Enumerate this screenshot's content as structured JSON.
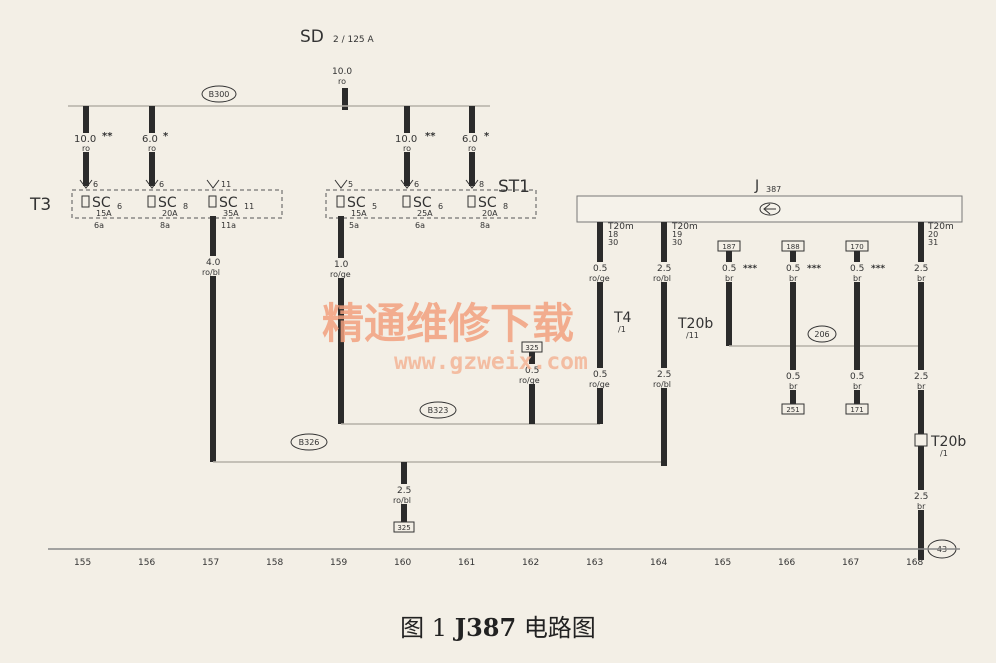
{
  "supply": {
    "name": "SD",
    "sub": "2 / 125 A",
    "gauge": "10.0",
    "color": "ro"
  },
  "connectors": {
    "b300": "B300",
    "b323": "B323",
    "b326": "B326",
    "n206": "206",
    "n43": "43"
  },
  "groups": {
    "t3": "T3",
    "st1": "ST1"
  },
  "fuses": [
    {
      "code": "SC",
      "sub": "6",
      "amp": "15A",
      "pin_in": "6",
      "pin_out": "6a"
    },
    {
      "code": "SC",
      "sub": "8",
      "amp": "20A",
      "pin_in": "6",
      "pin_out": "8a"
    },
    {
      "code": "SC",
      "sub": "11",
      "amp": "35A",
      "pin_in": "11",
      "pin_out": "11a"
    },
    {
      "code": "SC",
      "sub": "5",
      "amp": "15A",
      "pin_in": "5",
      "pin_out": "5a"
    },
    {
      "code": "SC",
      "sub": "6",
      "amp": "25A",
      "pin_in": "6",
      "pin_out": "6a"
    },
    {
      "code": "SC",
      "sub": "8",
      "amp": "20A",
      "pin_in": "8",
      "pin_out": "8a"
    }
  ],
  "feed_wires": [
    {
      "gauge": "10.0",
      "mark": "**",
      "color": "ro"
    },
    {
      "gauge": "6.0",
      "mark": "*",
      "color": "ro"
    },
    {
      "gauge": "10.0",
      "mark": "**",
      "color": "ro"
    },
    {
      "gauge": "6.0",
      "mark": "*",
      "color": "ro"
    }
  ],
  "module": {
    "name": "J",
    "sub": "387"
  },
  "t20_labels": [
    {
      "name": "T20m",
      "pin": "18",
      "pin2": "30"
    },
    {
      "name": "T20m",
      "pin": "19",
      "pin2": "30"
    },
    {
      "name": "T20m",
      "pin": "20",
      "pin2": "31"
    }
  ],
  "wires": {
    "w157": {
      "gauge": "4.0",
      "color": "ro/bl"
    },
    "w159": {
      "gauge": "1.0",
      "color": "ro/ge"
    },
    "w162": {
      "gauge": "0.5",
      "color": "ro/ge",
      "ref": "325"
    },
    "w163a": {
      "gauge": "0.5",
      "color": "ro/ge"
    },
    "w163b": {
      "gauge": "0.5",
      "color": "ro/ge"
    },
    "w164a": {
      "gauge": "2.5",
      "color": "ro/bl"
    },
    "w164b": {
      "gauge": "2.5",
      "color": "ro/bl"
    },
    "w160": {
      "gauge": "2.5",
      "color": "ro/bl",
      "ref": "325"
    },
    "w165": {
      "gauge": "0.5",
      "color": "br",
      "ref": "187",
      "mark": "***"
    },
    "w166a": {
      "gauge": "0.5",
      "color": "br",
      "ref": "188",
      "mark": "***"
    },
    "w166b": {
      "gauge": "0.5",
      "color": "br",
      "ref": "251"
    },
    "w167a": {
      "gauge": "0.5",
      "color": "br",
      "ref": "170",
      "mark": "***"
    },
    "w167b": {
      "gauge": "0.5",
      "color": "br",
      "ref": "171"
    },
    "w168a": {
      "gauge": "2.5",
      "color": "br"
    },
    "w168b": {
      "gauge": "2.5",
      "color": "br"
    },
    "w168c": {
      "gauge": "2.5",
      "color": "br"
    }
  },
  "t20b": {
    "label": "T20b",
    "pin": "/11",
    "pin_lower": "/1"
  },
  "t4": {
    "label": "T4",
    "pin": "/1"
  },
  "grid_numbers": [
    "155",
    "156",
    "157",
    "158",
    "159",
    "160",
    "161",
    "162",
    "163",
    "164",
    "165",
    "166",
    "167",
    "168"
  ],
  "watermark": {
    "cn": "精通维修下载",
    "url": "www.gzweix.com"
  },
  "caption": {
    "fig": "图 1",
    "code": "J387",
    "title": "电路图"
  }
}
